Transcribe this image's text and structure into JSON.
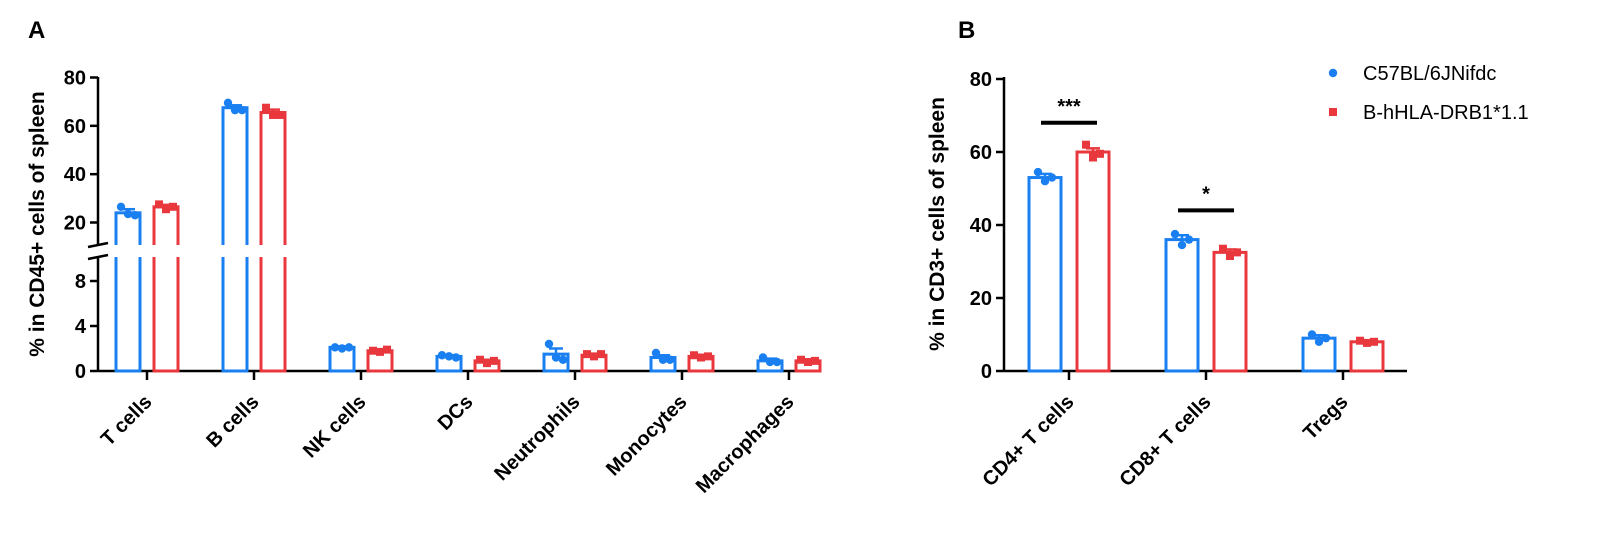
{
  "panels": {
    "a_label": "A",
    "b_label": "B"
  },
  "legend": [
    {
      "label": "C57BL/6JNifdc",
      "color": "#1a7ff0",
      "marker": "circle"
    },
    {
      "label": "B-hHLA-DRB1*1.1",
      "color": "#e8383d",
      "marker": "square"
    }
  ],
  "chart_data": [
    {
      "type": "bar",
      "panel": "A",
      "ylabel": "% in CD45+ cells of spleen",
      "y_axis_break": {
        "lower_range": [
          0,
          10
        ],
        "upper_range": [
          10,
          80
        ]
      },
      "yticks_lower": [
        "0",
        "4",
        "8"
      ],
      "yticks_upper": [
        "20",
        "40",
        "60",
        "80"
      ],
      "categories": [
        "T cells",
        "B cells",
        "NK cells",
        "DCs",
        "Neutrophils",
        "Monocytes",
        "Macrophages"
      ],
      "series": [
        {
          "name": "C57BL/6JNifdc",
          "color": "#1a7ff0",
          "values": [
            24.0,
            67.5,
            2.1,
            1.3,
            1.5,
            1.2,
            0.9
          ],
          "error": [
            1.5,
            1.0,
            0.1,
            0.1,
            0.5,
            0.2,
            0.2
          ],
          "points": [
            [
              26.5,
              23.5,
              23.0
            ],
            [
              69.5,
              66.5,
              66.5
            ],
            [
              2.1,
              2.0,
              2.1
            ],
            [
              1.4,
              1.3,
              1.2
            ],
            [
              2.4,
              1.2,
              1.0
            ],
            [
              1.6,
              1.0,
              1.0
            ],
            [
              1.2,
              0.8,
              0.8
            ]
          ]
        },
        {
          "name": "B-hHLA-DRB1*1.1",
          "color": "#e8383d",
          "values": [
            26.5,
            65.5,
            1.8,
            0.9,
            1.4,
            1.3,
            0.9
          ],
          "error": [
            0.8,
            1.2,
            0.1,
            0.1,
            0.1,
            0.1,
            0.1
          ],
          "points": [
            [
              27.5,
              25.5,
              26.5
            ],
            [
              67.5,
              64.5,
              64.5
            ],
            [
              1.8,
              1.7,
              1.9
            ],
            [
              1.0,
              0.7,
              0.9
            ],
            [
              1.5,
              1.3,
              1.5
            ],
            [
              1.4,
              1.2,
              1.3
            ],
            [
              1.0,
              0.8,
              0.9
            ]
          ]
        }
      ]
    },
    {
      "type": "bar",
      "panel": "B",
      "ylabel": "% in CD3+ cells of spleen",
      "ylim": [
        0,
        80
      ],
      "yticks": [
        "0",
        "20",
        "40",
        "60",
        "80"
      ],
      "categories": [
        "CD4+ T cells",
        "CD8+ T cells",
        "Tregs"
      ],
      "series": [
        {
          "name": "C57BL/6JNifdc",
          "color": "#1a7ff0",
          "values": [
            53,
            36,
            9
          ],
          "error": [
            1.0,
            1.2,
            0.8
          ],
          "points": [
            [
              54.5,
              52.0,
              53.0
            ],
            [
              37.5,
              34.5,
              36.0
            ],
            [
              10.0,
              8.0,
              9.0
            ]
          ]
        },
        {
          "name": "B-hHLA-DRB1*1.1",
          "color": "#e8383d",
          "values": [
            60,
            32.5,
            8
          ],
          "error": [
            1.0,
            0.8,
            0.3
          ],
          "points": [
            [
              62.0,
              58.5,
              59.5
            ],
            [
              33.5,
              31.5,
              32.5
            ],
            [
              8.3,
              7.7,
              8.0
            ]
          ]
        }
      ],
      "significance": [
        {
          "category_index": 0,
          "label": "***",
          "y": 68
        },
        {
          "category_index": 1,
          "label": "*",
          "y": 44
        }
      ]
    }
  ]
}
